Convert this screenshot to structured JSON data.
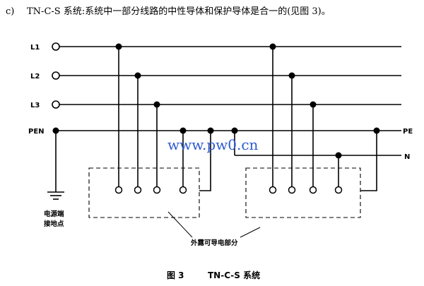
{
  "header": {
    "marker": "c)",
    "text": "TN-C-S 系统:系统中一部分线路的中性导体和保护导体是合一的(见图 3)。"
  },
  "diagram": {
    "conductors": {
      "l1": "L1",
      "l2": "L2",
      "l3": "L3",
      "pen": "PEN",
      "pe": "PE",
      "n": "N"
    },
    "earth_label_line1": "电源端",
    "earth_label_line2": "接地点",
    "exposed_parts_label": "外露可导电部分",
    "watermark": "www.pw0.cn"
  },
  "caption": {
    "figure_number": "图 3",
    "title": "TN-C-S 系统"
  },
  "colors": {
    "ink": "#000000",
    "watermark": "#2f5bd0",
    "background": "#ffffff"
  }
}
